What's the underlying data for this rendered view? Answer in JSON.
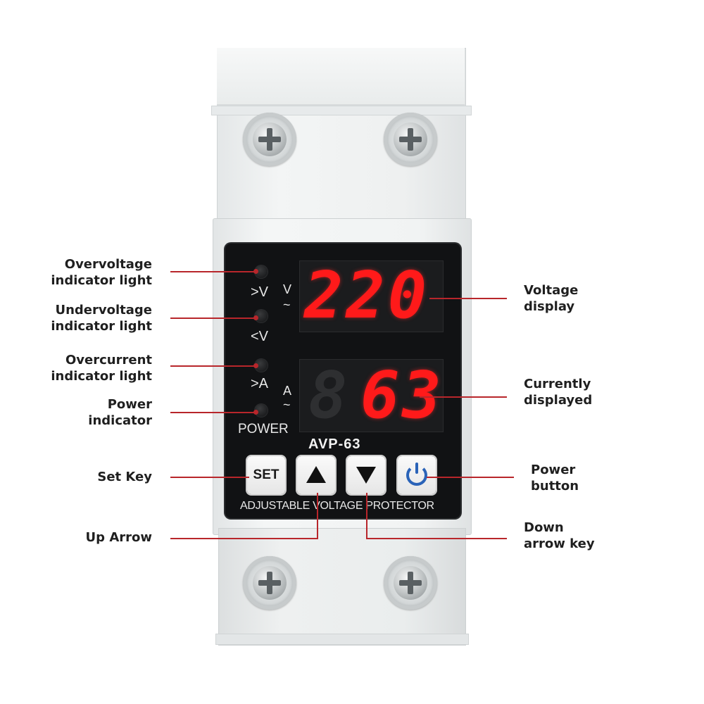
{
  "device": {
    "model": "AVP-63",
    "caption": "ADJUSTABLE VOLTAGE PROTECTOR",
    "voltage_reading": "220",
    "current_reading": "63",
    "unit_voltage": "V",
    "unit_current": "A",
    "led_labels": {
      "overvoltage": ">V",
      "undervoltage": "<V",
      "overcurrent": ">A",
      "power": "POWER"
    },
    "keys": {
      "set": "SET"
    }
  },
  "callouts": {
    "overvoltage": [
      "Overvoltage",
      "indicator light"
    ],
    "undervoltage": [
      "Undervoltage",
      "indicator light"
    ],
    "overcurrent": [
      "Overcurrent",
      "indicator light"
    ],
    "power_indicator": [
      "Power",
      "indicator"
    ],
    "set_key": "Set Key",
    "up_arrow": "Up Arrow",
    "voltage_display": [
      "Voltage",
      "display"
    ],
    "current_display": [
      "Currently",
      "displayed"
    ],
    "power_button": [
      "Power",
      "button"
    ],
    "down_arrow": [
      "Down",
      "arrow key"
    ]
  },
  "colors": {
    "callout_line": "#b8262b",
    "led_segment": "#ff1a1a",
    "panel": "#111214",
    "power_icon": "#2a63b8"
  },
  "icons": {
    "up_key": "triangle-up-icon",
    "down_key": "triangle-down-icon",
    "power_key": "power-icon",
    "screws": "screw-icon"
  }
}
